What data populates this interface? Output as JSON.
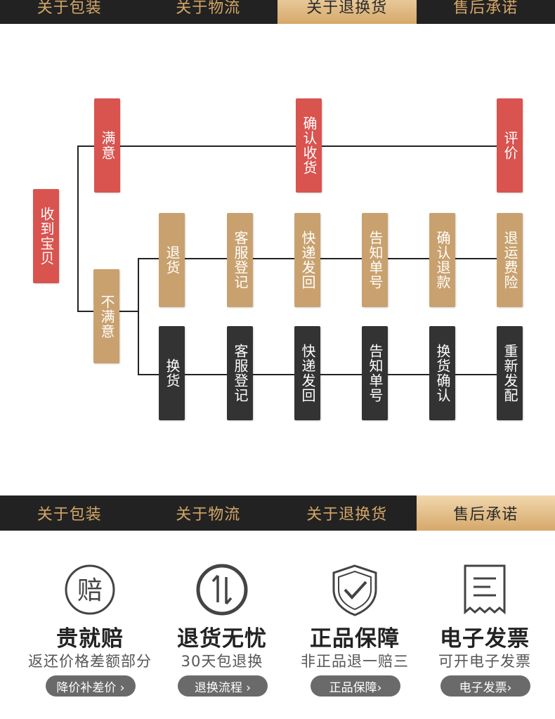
{
  "tabs_top": [
    {
      "label": "关于包装",
      "active": false
    },
    {
      "label": "关于物流",
      "active": false
    },
    {
      "label": "关于退换货",
      "active": true
    },
    {
      "label": "售后承诺",
      "active": false
    }
  ],
  "flow": {
    "received": "收到宝贝",
    "satisfied": "满意",
    "confirm_receipt": "确认收货",
    "review": "评价",
    "unsatisfied": "不满意",
    "return_row": [
      "退货",
      "客服登记",
      "快递发回",
      "告知单号",
      "确认退款",
      "退运费险"
    ],
    "exchange_row": [
      "换货",
      "客服登记",
      "快递发回",
      "告知单号",
      "换货确认",
      "重新发配"
    ]
  },
  "tabs_mid": [
    {
      "label": "关于包装",
      "active": false
    },
    {
      "label": "关于物流",
      "active": false
    },
    {
      "label": "关于退换货",
      "active": false
    },
    {
      "label": "售后承诺",
      "active": true
    }
  ],
  "services": [
    {
      "icon": "compensation-icon",
      "icon_char": "赔",
      "title": "贵就赔",
      "subtitle": "返还价格差额部分",
      "button": "降价补差价 ›"
    },
    {
      "icon": "return-arrows-icon",
      "title": "退货无忧",
      "subtitle": "30天包退换",
      "button": "退换流程 ›"
    },
    {
      "icon": "shield-check-icon",
      "title": "正品保障",
      "subtitle": "非正品退一赔三",
      "button": "正品保障›"
    },
    {
      "icon": "receipt-icon",
      "title": "电子发票",
      "subtitle": "可开电子发票",
      "button": "电子发票›"
    }
  ],
  "colors": {
    "red": "#d9534f",
    "tan": "#c9a16e",
    "dark": "#333333",
    "tab_text": "#d3a667",
    "tab_active_bg": "#e8c48f"
  }
}
